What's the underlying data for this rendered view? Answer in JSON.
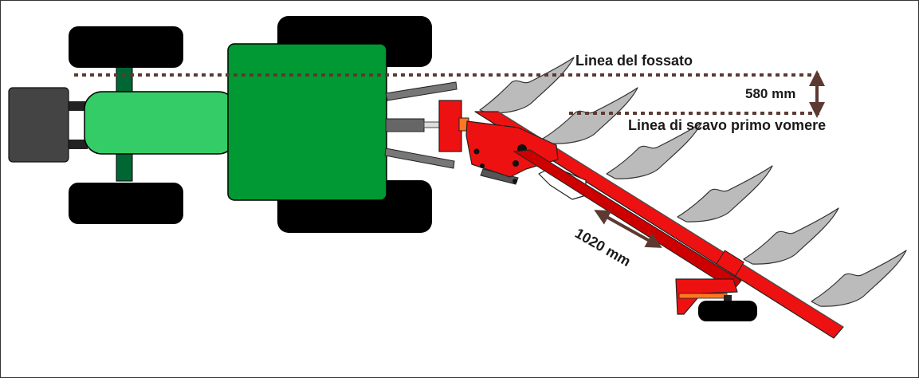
{
  "labels": {
    "ditch_line": "Linea del fossato",
    "first_share_line": "Linea di scavo primo vomere",
    "offset_dimension": "580 mm",
    "slide_dimension": "1020 mm"
  },
  "colors": {
    "tractor_body": "#009933",
    "tractor_hood": "#33cc66",
    "tire": "#000000",
    "weight_block": "#444444",
    "plough_frame": "#ee1111",
    "plough_accent": "#ff7722",
    "mouldboard": "#bbbbbb",
    "dimension_marker": "#5c3a32"
  }
}
